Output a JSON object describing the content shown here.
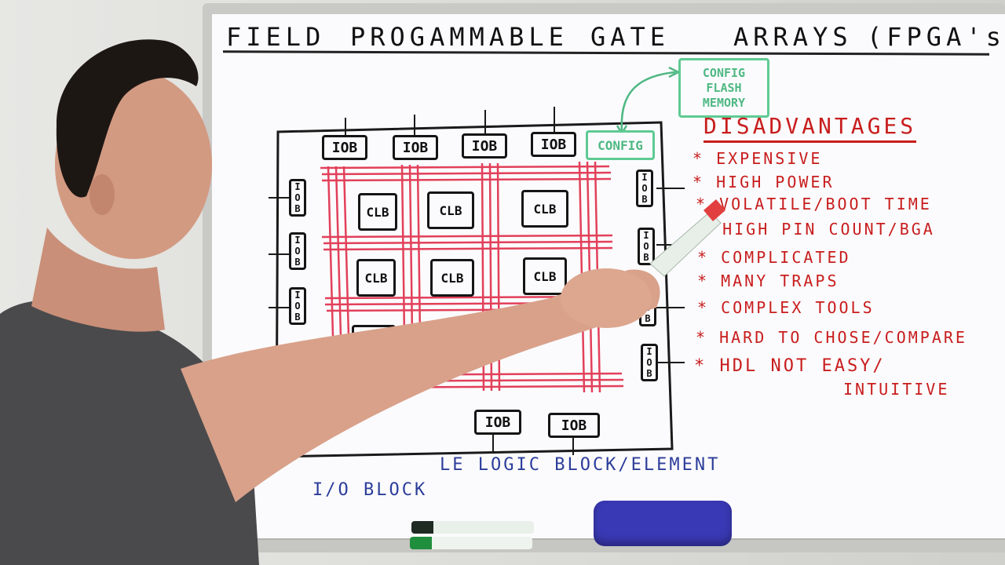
{
  "title": {
    "word1": "FIELD",
    "word2": "PROGAMMABLE",
    "word3": "GATE",
    "word4": "ARRAYS",
    "word5": "(FPGA's)"
  },
  "diagram": {
    "iob_label": "IOB",
    "clb_label": "CLB",
    "config_label": "CONFIG",
    "flash_memory_label": "CONFIG FLASH MEMORY"
  },
  "disadvantages": {
    "heading": "DISADVANTAGES",
    "items": [
      "* EXPENSIVE",
      "* HIGH POWER",
      "* VOLATILE/BOOT TIME",
      "* HIGH PIN COUNT/BGA",
      "* COMPLICATED",
      "* MANY TRAPS",
      "* COMPLEX TOOLS",
      "* HARD TO CHOSE/COMPARE",
      "* HDL NOT EASY/",
      "INTUITIVE"
    ]
  },
  "legend": {
    "line1": "LE LOGIC BLOCK/ELEMENT",
    "line2": "I/O BLOCK"
  },
  "colors": {
    "red_ink": "#c81d1d",
    "green_ink": "#4fb883",
    "blue_ink": "#2c3d9a",
    "grid_red": "#e2405a"
  }
}
